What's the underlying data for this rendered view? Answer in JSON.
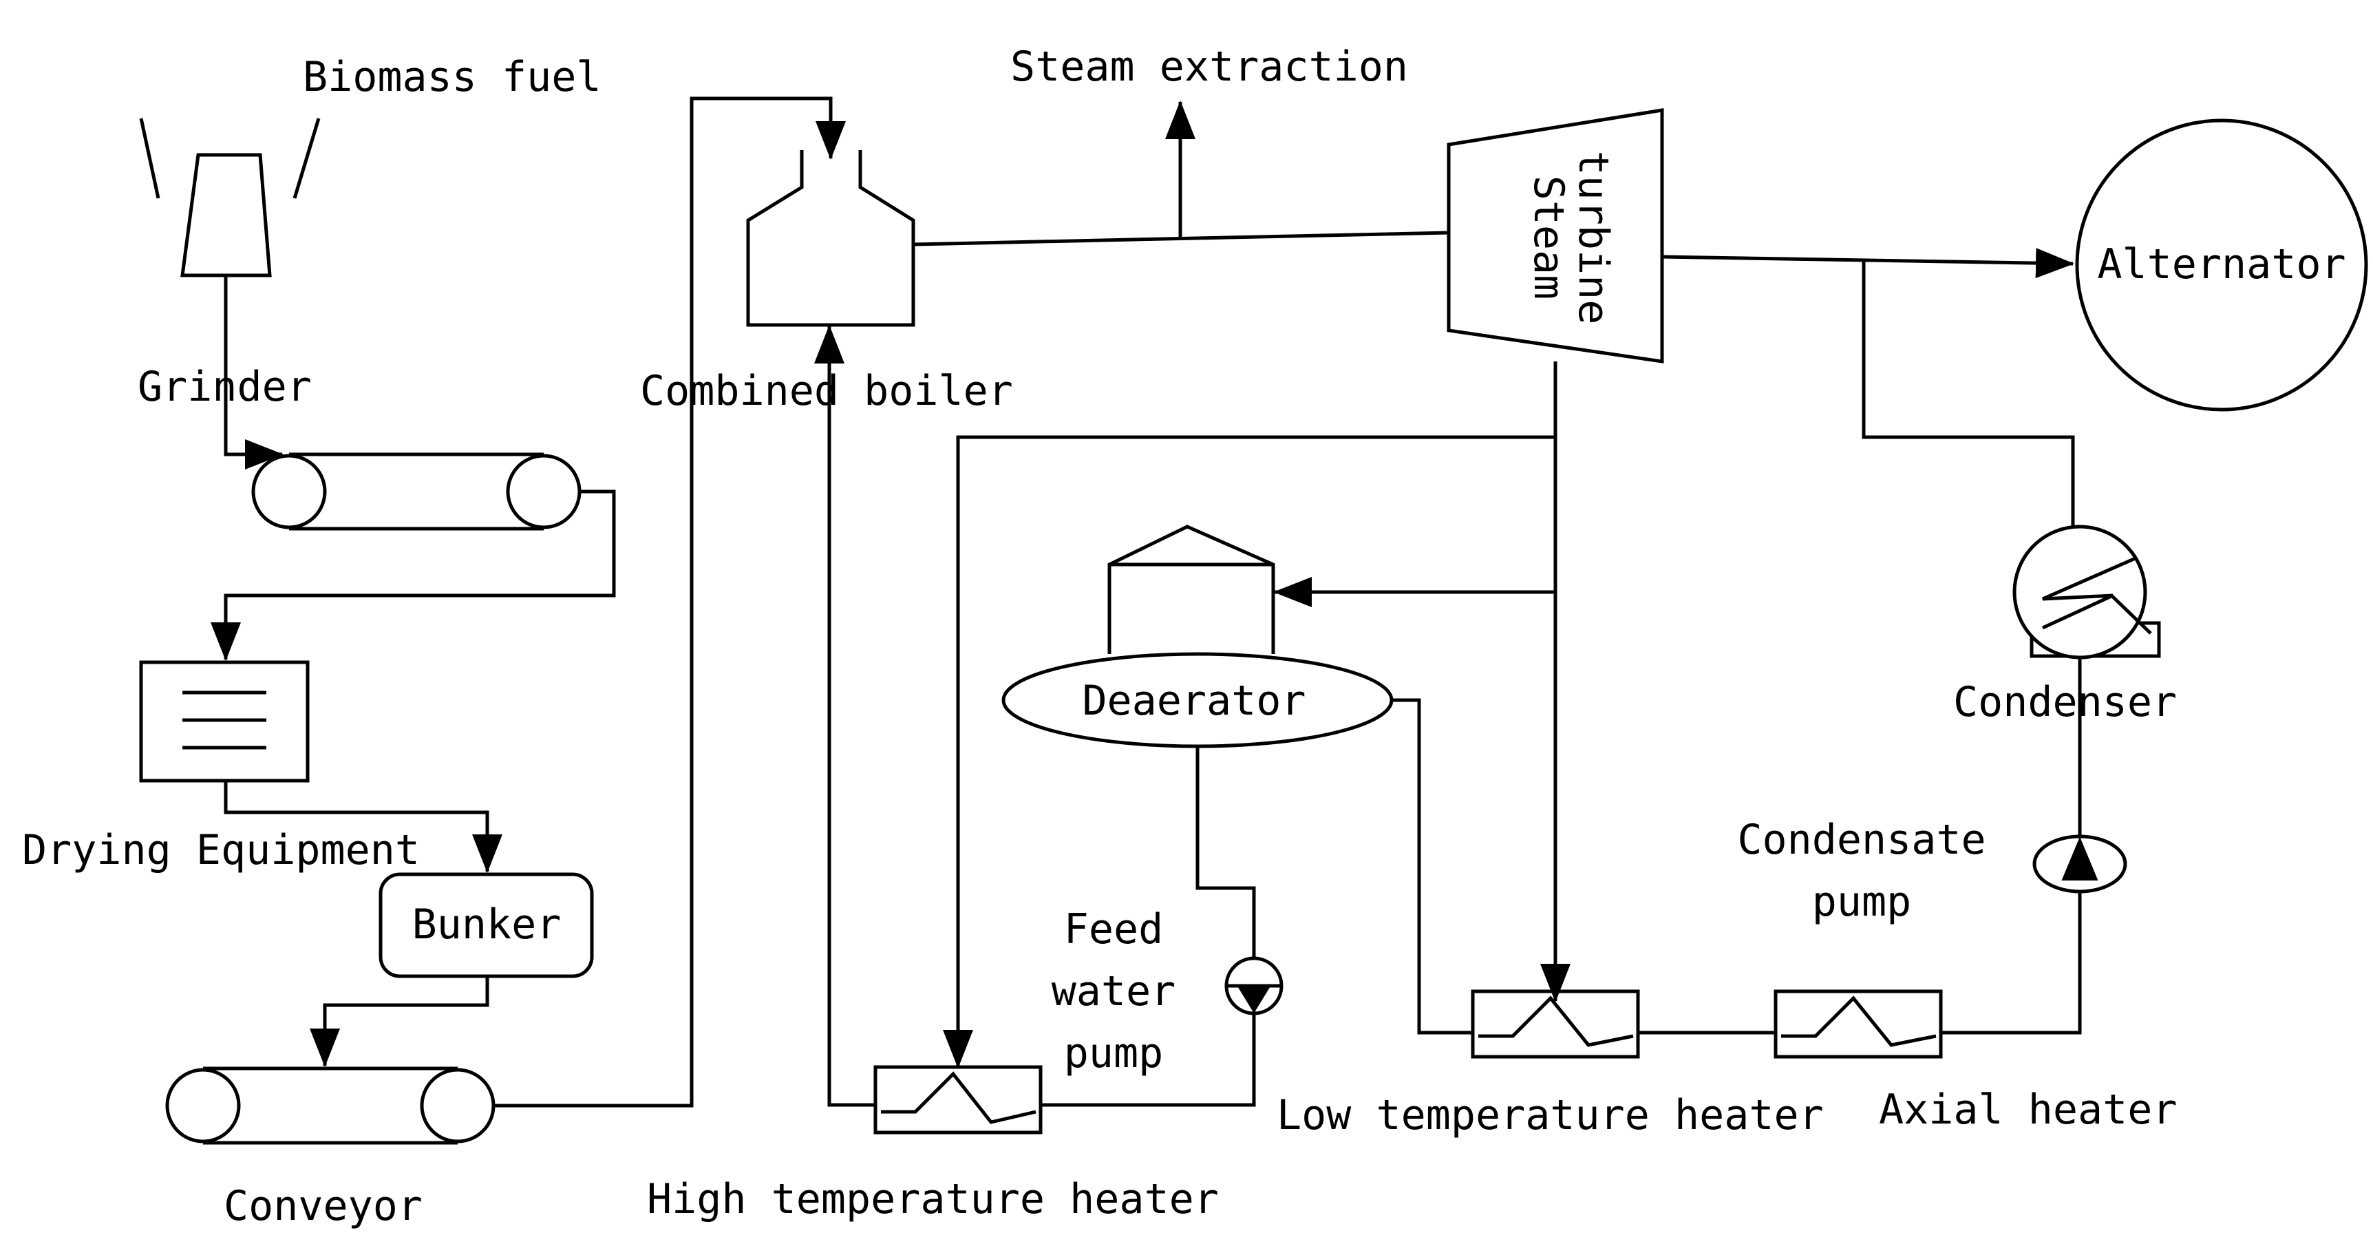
{
  "labels": {
    "biomass_fuel": "Biomass fuel",
    "grinder": "Grinder",
    "drying_equipment": "Drying Equipment",
    "bunker": "Bunker",
    "conveyor": "Conveyor",
    "combined_boiler": "Combined boiler",
    "steam_extraction": "Steam extraction",
    "steam_turbine_line1": "Steam",
    "steam_turbine_line2": "turbine",
    "alternator": "Alternator",
    "deaerator": "Deaerator",
    "condenser": "Condenser",
    "condensate_pump_line1": "Condensate",
    "condensate_pump_line2": "pump",
    "feed_water_pump_line1": "Feed",
    "feed_water_pump_line2": "water",
    "feed_water_pump_line3": "pump",
    "high_temperature_heater": "High temperature heater",
    "low_temperature_heater": "Low temperature heater",
    "axial_heater": "Axial heater"
  }
}
